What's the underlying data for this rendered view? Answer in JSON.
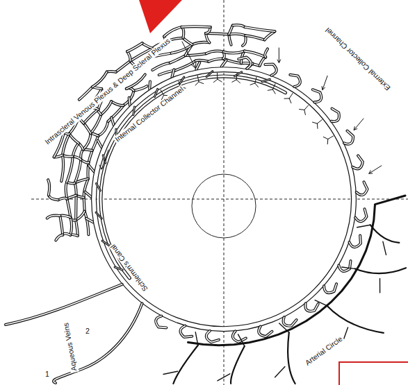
{
  "diagram": {
    "labels": [
      "Intrascleral Venous Plexus & Deep Scleral Plexus",
      "Internal Collector Channel",
      "External Collector Channel",
      "Schlemm's Canal",
      "Aqueous Veins",
      "Arterial Circle",
      "1",
      "2"
    ]
  }
}
